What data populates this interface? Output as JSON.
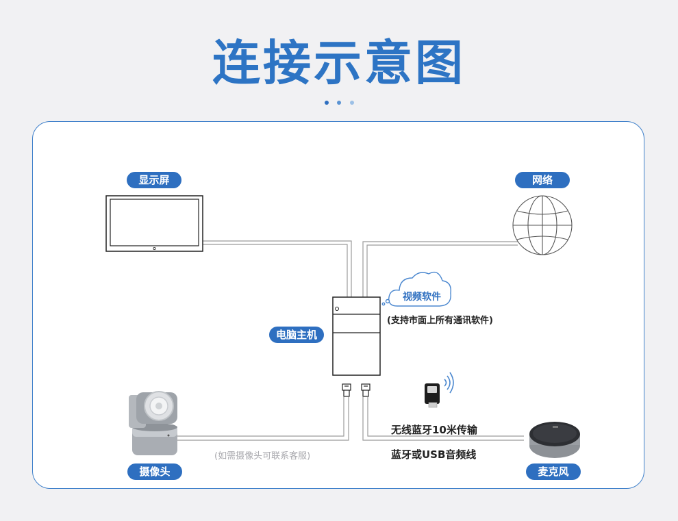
{
  "title": "连接示意图",
  "colors": {
    "accent": "#2e6fc0",
    "title": "#2d74c4",
    "dot1": "#2e6fc0",
    "dot2": "#5a93d3",
    "dot3": "#9cc0e6",
    "cable": "#9b9b9b"
  },
  "nodes": {
    "display": "显示屏",
    "network": "网络",
    "pc": "电脑主机",
    "camera": "摄像头",
    "mic": "麦克风"
  },
  "cloud": {
    "label": "视频软件",
    "note": "(支持市面上所有通讯软件)"
  },
  "camera_note": "(如需摄像头可联系客服)",
  "wireless_note": "无线蓝牙10米传输",
  "wired_note": "蓝牙或USB音频线"
}
